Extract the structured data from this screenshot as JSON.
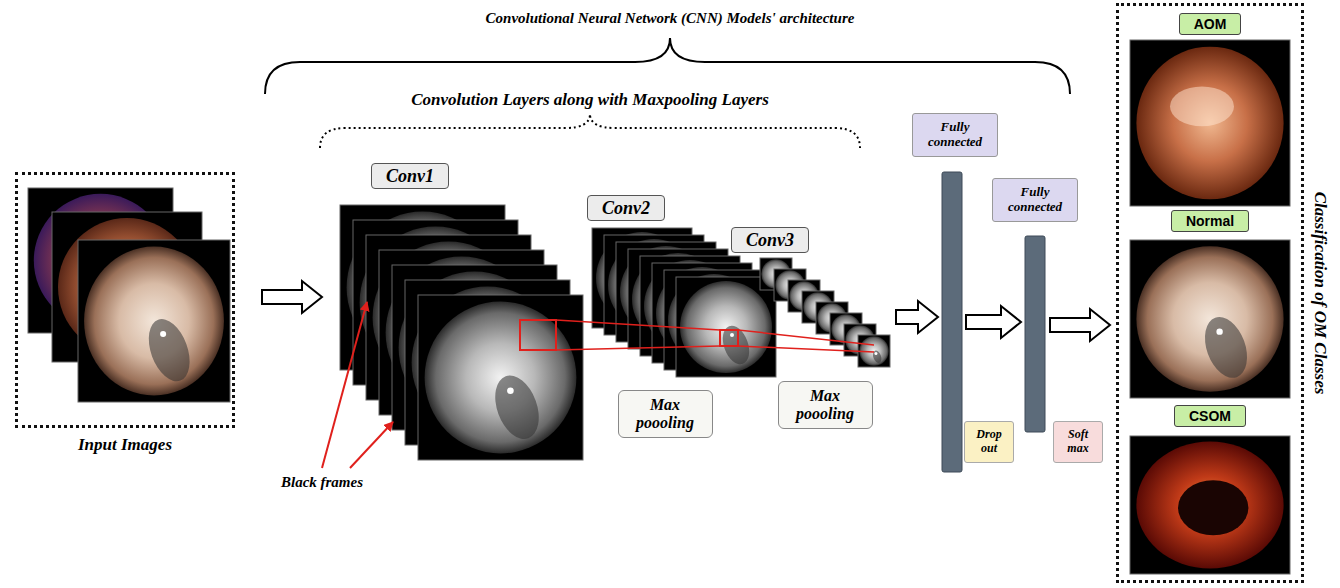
{
  "diagram": {
    "title": "Convolutional Neural Network (CNN) Models' architecture",
    "nodes": [
      {
        "text": [
          "Input Images"
        ]
      },
      {
        "text": [
          "Conv1"
        ]
      },
      {
        "text": [
          "Conv2"
        ]
      },
      {
        "text": [
          "Conv3"
        ]
      },
      {
        "text": [
          "Max poooling"
        ]
      },
      {
        "text": [
          "Max poooling"
        ]
      },
      {
        "text": [
          "Fully connected"
        ]
      },
      {
        "text": [
          "Fully connected"
        ]
      },
      {
        "text": [
          "Drop out"
        ]
      },
      {
        "text": [
          "Soft max"
        ]
      },
      {
        "text": [
          "Classification of OM Classes"
        ]
      },
      {
        "text": [
          "AOM"
        ],
        "in": 10
      },
      {
        "text": [
          "Normal"
        ],
        "in": 10
      },
      {
        "text": [
          "CSOM"
        ],
        "in": 10
      }
    ],
    "labels": [
      "Convolution Layers along with Maxpooling Layers",
      "Black frames"
    ]
  }
}
